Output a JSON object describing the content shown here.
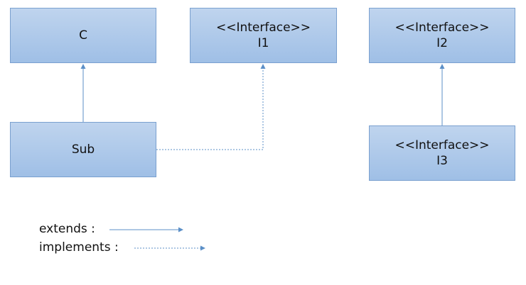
{
  "nodes": {
    "c": {
      "stereotype": "",
      "name": "C"
    },
    "i1": {
      "stereotype": "<<Interface>>",
      "name": "I1"
    },
    "i2": {
      "stereotype": "<<Interface>>",
      "name": "I2"
    },
    "sub": {
      "stereotype": "",
      "name": "Sub"
    },
    "i3": {
      "stereotype": "<<Interface>>",
      "name": "I3"
    }
  },
  "edges": [
    {
      "from": "Sub",
      "to": "C",
      "kind": "extends"
    },
    {
      "from": "Sub",
      "to": "I1",
      "kind": "implements"
    },
    {
      "from": "I3",
      "to": "I2",
      "kind": "extends"
    }
  ],
  "legend": {
    "extends_label": "extends :",
    "implements_label": "implements :"
  },
  "colors": {
    "box_fill_top": "#bfd4ee",
    "box_fill_bottom": "#9fbfe6",
    "box_border": "#7aa0cf",
    "connector": "#5b8fc7"
  }
}
